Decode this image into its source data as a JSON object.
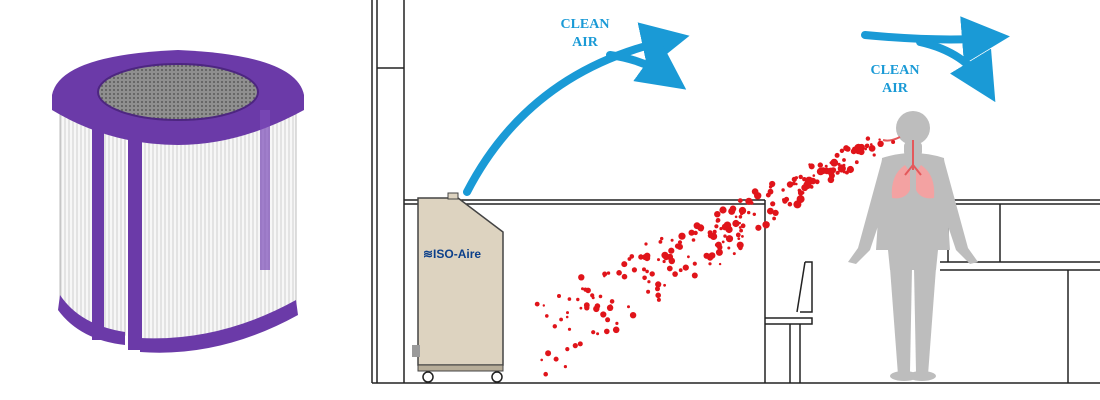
{
  "left_label": {
    "line1": "CLEAN",
    "line2": "AIR"
  },
  "right_label": {
    "line1": "CLEAN",
    "line2": "AIR"
  },
  "purifier_brand": "≋ISO-Aire",
  "colors": {
    "arrow": "#1a9ad6",
    "particles": "#e0141a",
    "filter_frame": "#6b3aa8",
    "purifier_body": "#ddd3c0",
    "human": "#bdbdbd",
    "lungs": "#f3a2a2"
  },
  "icons": [
    "hepa-filter-cartridge",
    "air-purifier-unit",
    "human-lungs-icon",
    "chair-icon"
  ]
}
